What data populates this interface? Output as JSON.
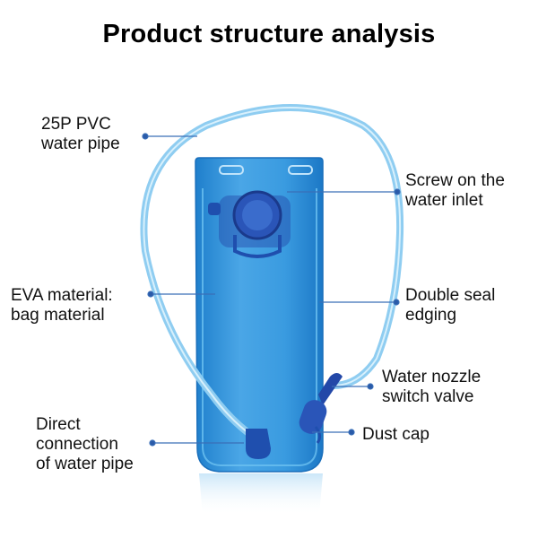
{
  "title": "Product structure analysis",
  "labels": {
    "pipe": [
      "25P PVC",
      "water pipe"
    ],
    "inlet": [
      "Screw on the",
      "water inlet"
    ],
    "eva": [
      "EVA material:",
      "bag material"
    ],
    "seal": [
      "Double seal",
      "edging"
    ],
    "nozzle": [
      "Water nozzle",
      "switch valve"
    ],
    "dust": [
      "Dust cap"
    ],
    "direct": [
      "Direct",
      "connection",
      "of water pipe"
    ]
  },
  "colors": {
    "bag": "#2c8fd6",
    "bag_light": "#5fb6ec",
    "tube": "#7fc4ec",
    "cap": "#1f4fae",
    "leader": "#3a6fb8"
  }
}
